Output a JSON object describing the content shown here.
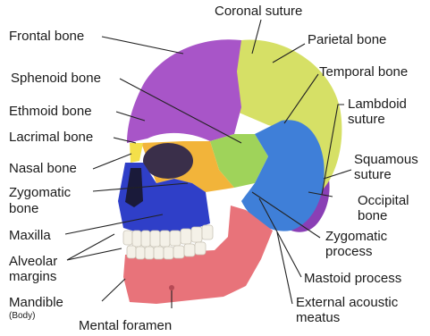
{
  "labels": {
    "coronal_suture": "Coronal suture",
    "frontal_bone": "Frontal bone",
    "parietal_bone": "Parietal bone",
    "sphenoid_bone": "Sphenoid bone",
    "temporal_bone": "Temporal bone",
    "lambdoid_suture_1": "Lambdoid",
    "lambdoid_suture_2": "suture",
    "ethmoid_bone": "Ethmoid bone",
    "lacrimal_bone": "Lacrimal bone",
    "squamous_suture_1": "Squamous",
    "squamous_suture_2": "suture",
    "nasal_bone": "Nasal bone",
    "occipital_bone_1": "Occipital",
    "occipital_bone_2": "bone",
    "zygomatic_bone_1": "Zygomatic",
    "zygomatic_bone_2": "bone",
    "zygomatic_process_1": "Zygomatic",
    "zygomatic_process_2": "process",
    "maxilla": "Maxilla",
    "alveolar_margins_1": "Alveolar",
    "alveolar_margins_2": "margins",
    "mastoid_process": "Mastoid process",
    "mandible": "Mandible",
    "mandible_body": "(Body)",
    "external_acoustic_meatus_1": "External acoustic",
    "external_acoustic_meatus_2": "meatus",
    "mental_foramen": "Mental foramen"
  },
  "colors": {
    "frontal": "#a855c8",
    "parietal": "#d6e066",
    "temporal": "#3f7fd8",
    "sphenoid": "#9fd35a",
    "zygomatic": "#f2b43a",
    "maxilla": "#2f3fc8",
    "mandible": "#e8737a",
    "occipital": "#8a3fb5",
    "nasal": "#f4e04a",
    "teeth": "#f4f1e8"
  }
}
